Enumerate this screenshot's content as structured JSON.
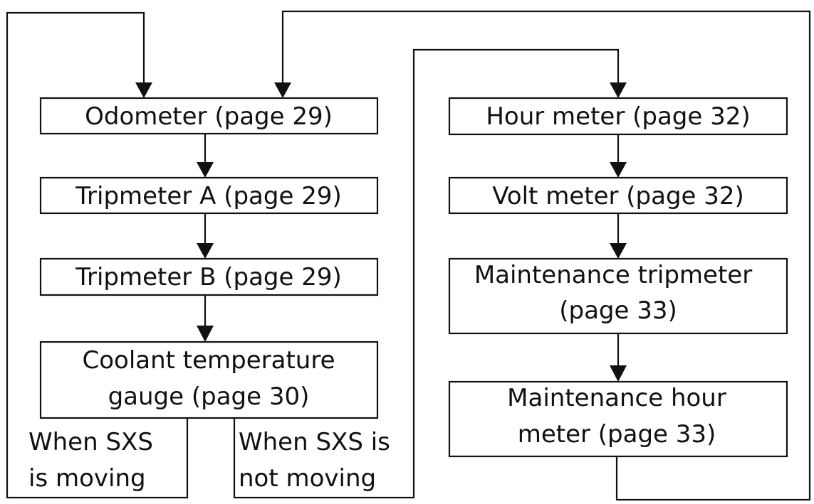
{
  "nodes": {
    "odometer": "Odometer (page 29)",
    "tripmeter_a": "Tripmeter A (page 29)",
    "tripmeter_b": "Tripmeter B (page 29)",
    "coolant": [
      "Coolant temperature",
      "gauge (page 30)"
    ],
    "hour_meter": "Hour meter (page 32)",
    "volt_meter": "Volt meter (page 32)",
    "maintenance_tripmeter": [
      "Maintenance tripmeter",
      "(page 33)"
    ],
    "maintenance_hour": [
      "Maintenance hour",
      "meter (page 33)"
    ]
  },
  "conditions": {
    "moving": [
      "When SXS",
      "is moving"
    ],
    "not_moving": [
      "When SXS is",
      "not moving"
    ]
  },
  "colors": {
    "line": "#111111",
    "background": "#ffffff"
  }
}
